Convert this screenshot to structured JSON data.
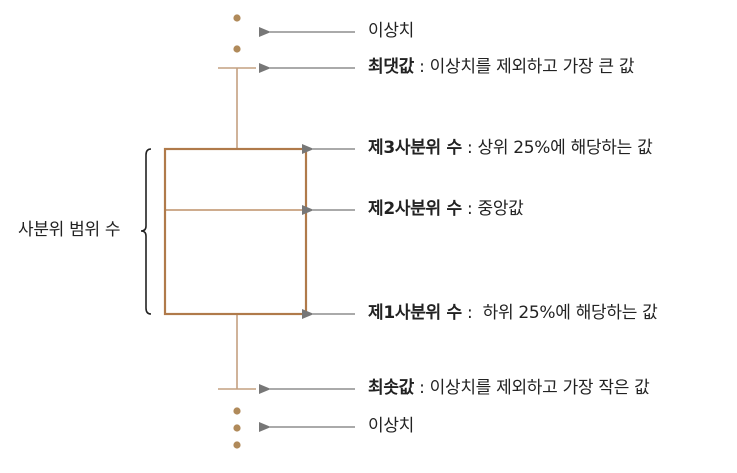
{
  "colors": {
    "box": "#b07a4a",
    "whisker": "#c4a080",
    "dot": "#b08a5a",
    "arrow": "#777777",
    "bracket": "#222222",
    "text": "#222222"
  },
  "labels": {
    "outlier_top": "이상치",
    "max": {
      "term": "최댓값",
      "desc": " : 이상치를 제외하고 가장 큰 값"
    },
    "q3": {
      "term": "제3사분위 수",
      "desc": " : 상위 25%에 해당하는 값"
    },
    "median": {
      "term": "제2사분위 수",
      "desc": " : 중앙값"
    },
    "q1": {
      "term": "제1사분위 수",
      "desc": " :  하위 25%에 해당하는 값"
    },
    "min": {
      "term": "최솟값",
      "desc": " : 이상치를 제외하고 가장 작은 값"
    },
    "outlier_bottom": "이상치",
    "iqr": "사분위 범위 수"
  }
}
